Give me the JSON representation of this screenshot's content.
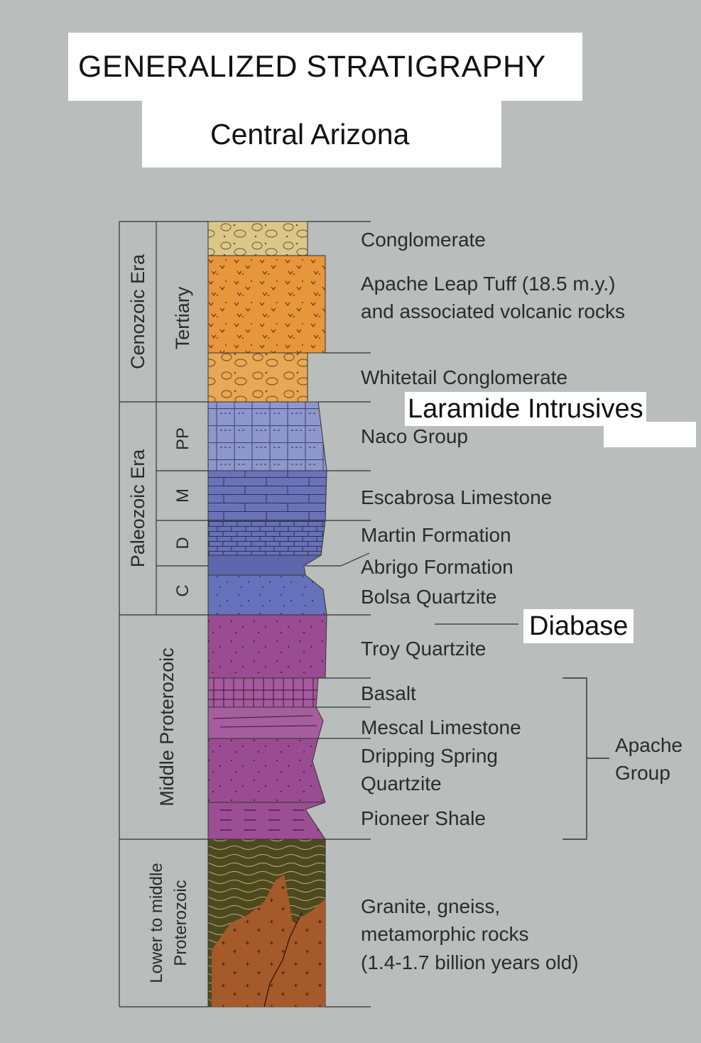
{
  "title": "GENERALIZED STRATIGRAPHY",
  "subtitle": "Central Arizona",
  "eras": [
    "Cenozoic Era",
    "Paleozoic Era",
    "Middle Proterozoic",
    "Lower to middle Proterozoic"
  ],
  "periods": [
    "Tertiary",
    "PP",
    "M",
    "D",
    "C"
  ],
  "units": [
    {
      "name": "Conglomerate"
    },
    {
      "name": "Apache Leap Tuff (18.5 m.y.)",
      "name2": "and associated volcanic rocks"
    },
    {
      "name": "Whitetail Conglomerate"
    },
    {
      "name": "Naco Group"
    },
    {
      "name": "Escabrosa Limestone"
    },
    {
      "name": "Martin Formation"
    },
    {
      "name": "Abrigo Formation"
    },
    {
      "name": "Bolsa Quartzite"
    },
    {
      "name": "Troy Quartzite"
    },
    {
      "name": "Basalt"
    },
    {
      "name": "Mescal Limestone"
    },
    {
      "name": "Dripping Spring",
      "name2": "Quartzite"
    },
    {
      "name": "Pioneer Shale"
    },
    {
      "name": "Granite, gneiss,",
      "name2": "metamorphic rocks",
      "name3": "(1.4-1.7 billion years old)"
    }
  ],
  "group_label": [
    "Apache",
    "Group"
  ],
  "annotations": {
    "laramide": "Laramide Intrusives",
    "diabase": "Diabase"
  },
  "colors": {
    "background": "#b9bdbb",
    "conglomerate": "#dcc78a",
    "tuff": "#e8963c",
    "naco": "#8e97cc",
    "escabrosa": "#6b73b8",
    "bolsa": "#6672bc",
    "troy": "#9a4c92",
    "granite": "#a55a2c",
    "gneiss": "#4d4a22"
  }
}
